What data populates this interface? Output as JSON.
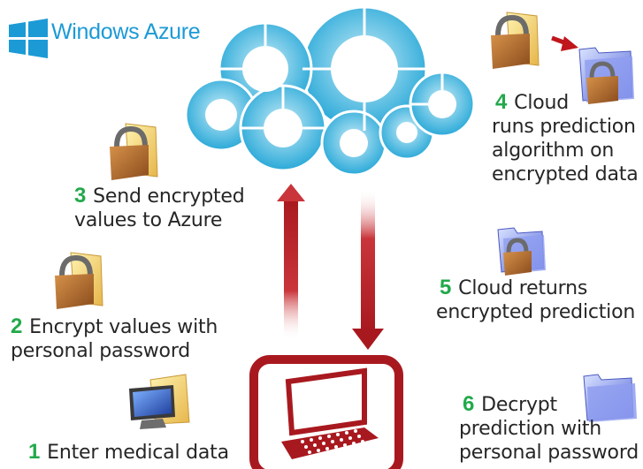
{
  "logo": {
    "text": "Windows Azure"
  },
  "steps": [
    {
      "num": "1",
      "text": "Enter medical data"
    },
    {
      "num": "2",
      "line1": "Encrypt values with",
      "line2": "personal password"
    },
    {
      "num": "3",
      "line1": "Send encrypted",
      "line2": "values to Azure"
    },
    {
      "num": "4",
      "line1": "Cloud",
      "line2": "runs prediction",
      "line3": "algorithm on",
      "line4": "encrypted data"
    },
    {
      "num": "5",
      "line1": "Cloud returns",
      "line2": "encrypted prediction"
    },
    {
      "num": "6",
      "line1": "Decrypt",
      "line2": "prediction with",
      "line3": "personal password"
    }
  ],
  "colors": {
    "accent_green": "#22a94a",
    "arrow_red": "#a8191f",
    "azure_blue": "#1c9ad6",
    "cloud_blue": "#3fb6e0"
  },
  "icons": [
    "windows-logo-icon",
    "cloud-icon",
    "lock-folder-icon",
    "blue-folder-icon",
    "monitor-icon",
    "laptop-icon"
  ]
}
